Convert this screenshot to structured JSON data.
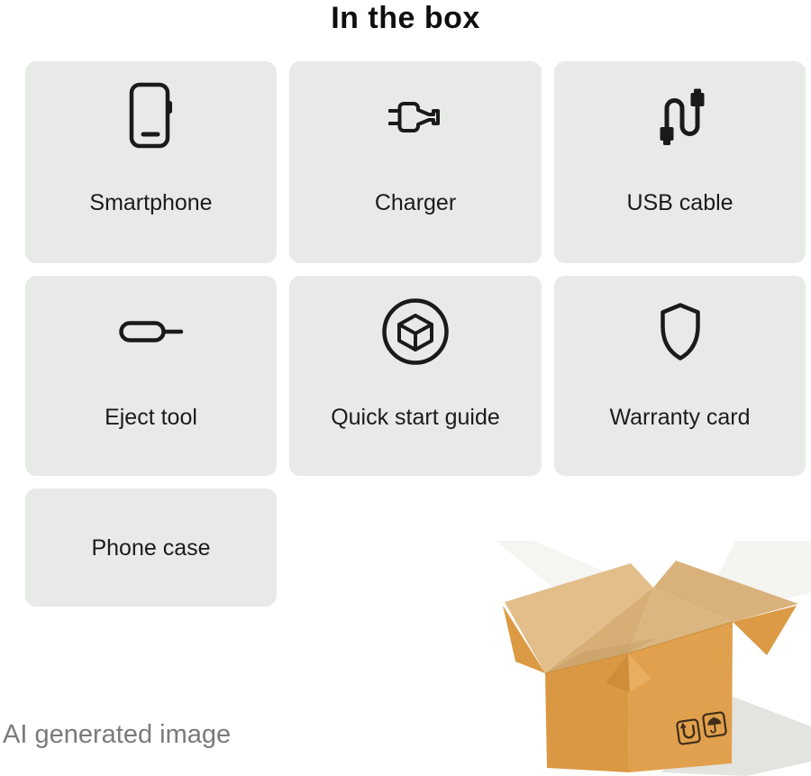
{
  "title": "In the box",
  "cards": [
    {
      "label": "Smartphone",
      "icon": "smartphone-icon"
    },
    {
      "label": "Charger",
      "icon": "charger-icon"
    },
    {
      "label": "USB cable",
      "icon": "usb-cable-icon"
    },
    {
      "label": "Eject tool",
      "icon": "eject-tool-icon"
    },
    {
      "label": "Quick start guide",
      "icon": "quick-start-guide-icon"
    },
    {
      "label": "Warranty card",
      "icon": "warranty-card-icon"
    },
    {
      "label": "Phone case",
      "icon": null
    }
  ],
  "footer": {
    "caption": "AI generated image"
  },
  "illustration": {
    "name": "open-cardboard-box",
    "stamps": [
      "u-arrow-symbol",
      "umbrella-keep-dry-symbol"
    ]
  },
  "colors": {
    "card_background": "#e8eae8",
    "icon_stroke": "#1a1a1a",
    "title": "#0f0f0f",
    "caption": "#7a7a7a",
    "box_face_left": "#db9843",
    "box_face_right": "#e1a04d",
    "box_flap_tan": "#e3bd8a",
    "box_shadow": "#e3e3e0"
  }
}
